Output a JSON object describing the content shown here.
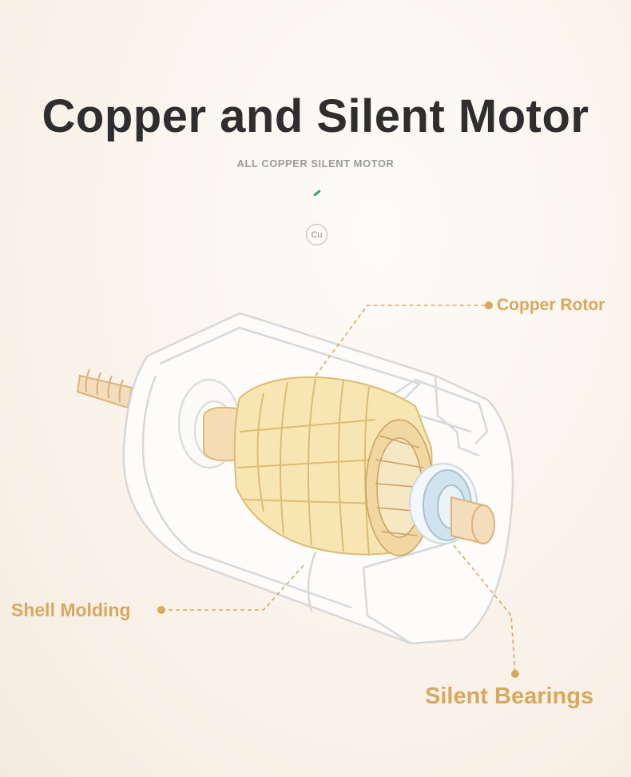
{
  "header": {
    "title": "Copper and Silent Motor",
    "subtitle": "ALL COPPER SILENT MOTOR",
    "badge": "Cu"
  },
  "callouts": {
    "copper_rotor": "Copper Rotor",
    "shell_molding": "Shell Molding",
    "silent_bearings": "Silent Bearings"
  },
  "colors": {
    "title": "#2e2e2e",
    "accent": "#d9a85f",
    "rotor_fill": "#f7e6b2",
    "bearing_fill": "#cfe4ef",
    "dash_green": "#2aa65c"
  }
}
